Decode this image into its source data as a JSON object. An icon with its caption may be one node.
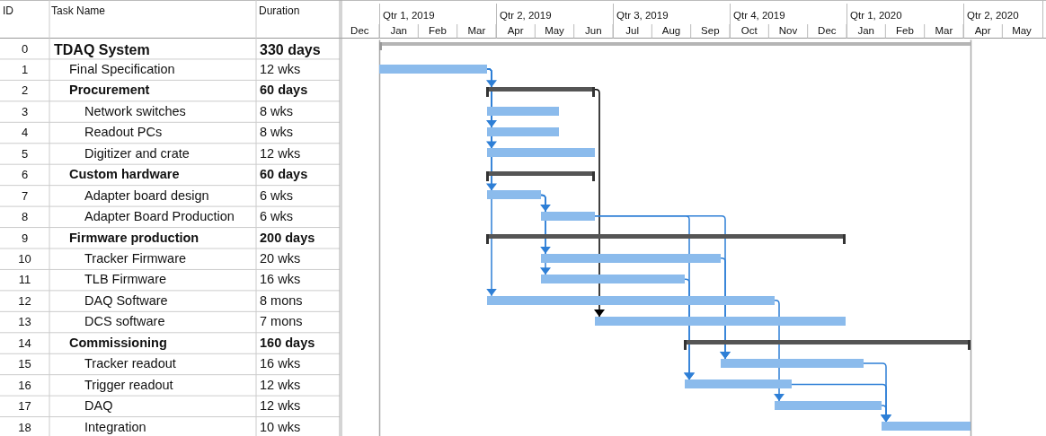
{
  "diagram": {
    "nodes": [
      {
        "text": [],
        "shape": "bar"
      },
      {
        "text": [],
        "shape": "bar"
      },
      {
        "text": [],
        "shape": "bar"
      },
      {
        "text": [],
        "shape": "bar"
      },
      {
        "text": [],
        "shape": "bar"
      },
      {
        "text": [],
        "shape": "bar"
      },
      {
        "text": [],
        "shape": "bar"
      },
      {
        "text": [],
        "shape": "bar"
      },
      {
        "text": [],
        "shape": "bar"
      },
      {
        "text": [],
        "shape": "bar"
      },
      {
        "text": [],
        "shape": "bar"
      },
      {
        "text": [],
        "shape": "bar"
      },
      {
        "text": [],
        "shape": "bar"
      },
      {
        "text": [],
        "shape": "bar"
      },
      {
        "text": [],
        "shape": "bar"
      },
      {
        "text": [],
        "shape": "bar"
      },
      {
        "text": [],
        "shape": "bar"
      },
      {
        "text": [],
        "shape": "bar"
      },
      {
        "text": [],
        "shape": "bar"
      }
    ],
    "edges": [
      {
        "from": 1,
        "to": 2,
        "arrow": "to"
      },
      {
        "from": 1,
        "to": 4,
        "arrow": "to"
      },
      {
        "from": 1,
        "to": 5,
        "arrow": "to"
      },
      {
        "from": 1,
        "to": 7,
        "arrow": "to"
      },
      {
        "from": 1,
        "to": 12,
        "arrow": "to"
      },
      {
        "from": 2,
        "to": 13,
        "arrow": "to",
        "color": "#000000"
      },
      {
        "from": 7,
        "to": 8,
        "arrow": "to"
      },
      {
        "from": 7,
        "to": 10,
        "arrow": "to"
      },
      {
        "from": 7,
        "to": 11,
        "arrow": "to"
      },
      {
        "from": 8,
        "to": 16,
        "arrow": "to"
      },
      {
        "from": 8,
        "to": 15,
        "arrow": "to"
      },
      {
        "from": 10,
        "to": 15,
        "arrow": "to"
      },
      {
        "from": 11,
        "to": 16,
        "arrow": "to"
      },
      {
        "from": 12,
        "to": 17,
        "arrow": "to"
      },
      {
        "from": 16,
        "to": 18,
        "arrow": "to"
      },
      {
        "from": 15,
        "to": 18,
        "arrow": "to"
      },
      {
        "from": 17,
        "to": 18,
        "arrow": "to"
      }
    ],
    "labels": [
      "ID",
      "Task Name",
      "Duration",
      "Qtr 1, 2019",
      "Qtr 2, 2019",
      "Qtr 3, 2019",
      "Qtr 4, 2019",
      "Qtr 1, 2020",
      "Qtr 2, 2020",
      "Dec",
      "Jan",
      "Feb",
      "Mar",
      "Apr",
      "May",
      "Jun",
      "Jul",
      "Aug",
      "Sep",
      "Oct",
      "Nov",
      "Dec",
      "Jan",
      "Feb",
      "Mar",
      "Apr",
      "May",
      "0",
      "TDAQ System",
      "330 days",
      "1",
      "Final Specification",
      "12 wks",
      "2",
      "Procurement",
      "60 days",
      "3",
      "Network switches",
      "8 wks",
      "4",
      "Readout PCs",
      "8 wks",
      "5",
      "Digitizer and crate",
      "12 wks",
      "6",
      "Custom hardware",
      "60 days",
      "7",
      "Adapter board design",
      "6 wks",
      "8",
      "Adapter Board Production",
      "6 wks",
      "9",
      "Firmware production",
      "200 days",
      "10",
      "Tracker Firmware",
      "20 wks",
      "11",
      "TLB Firmware",
      "16 wks",
      "12",
      "DAQ Software",
      "8 mons",
      "13",
      "DCS software",
      "7 mons",
      "14",
      "Commissioning",
      "160 days",
      "15",
      "Tracker readout",
      "16 wks",
      "16",
      "Trigger readout",
      "12 wks",
      "17",
      "DAQ",
      "12 wks",
      "18",
      "Integration",
      "10 wks"
    ]
  }
}
